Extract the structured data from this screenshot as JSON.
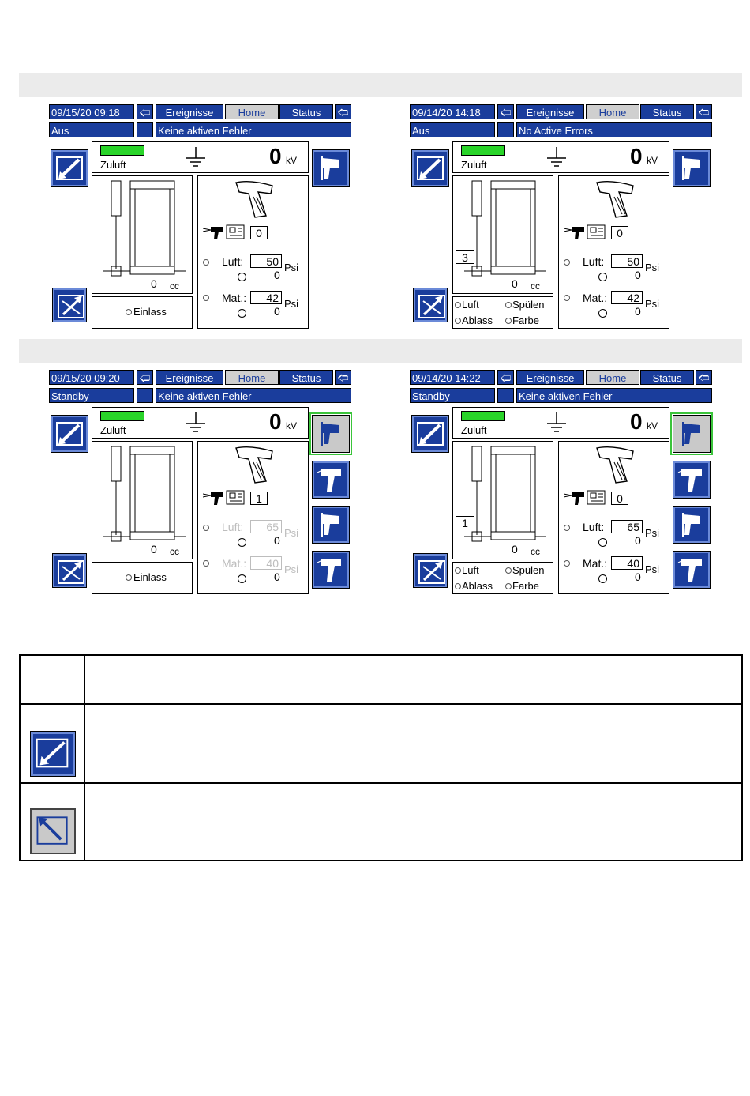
{
  "screens": [
    {
      "datetime": "09/15/20 09:18",
      "status": "Aus",
      "errors": "Keine aktiven Fehler",
      "tabs": [
        "Ereignisse",
        "Home",
        "Status"
      ],
      "supply": "Zuluft",
      "kv_value": "0",
      "kv_unit": "kV",
      "volume": "0",
      "volume_unit": "cc",
      "counter_box": "",
      "gun_count": "0",
      "air_label": "Luft:",
      "air_value": "50",
      "air_actual": "0",
      "mat_label": "Mat.:",
      "mat_value": "42",
      "mat_actual": "0",
      "pressure_unit": "Psi",
      "valves": [
        "Einlass"
      ],
      "variant": "A"
    },
    {
      "datetime": "09/14/20 14:18",
      "status": "Aus",
      "errors": "No Active Errors",
      "tabs": [
        "Ereignisse",
        "Home",
        "Status"
      ],
      "supply": "Zuluft",
      "kv_value": "0",
      "kv_unit": "kV",
      "volume": "0",
      "volume_unit": "cc",
      "counter_box": "3",
      "gun_count": "0",
      "air_label": "Luft:",
      "air_value": "50",
      "air_actual": "0",
      "mat_label": "Mat.:",
      "mat_value": "42",
      "mat_actual": "0",
      "pressure_unit": "Psi",
      "valves": [
        "Luft",
        "Spülen",
        "Ablass",
        "Farbe"
      ],
      "variant": "A"
    },
    {
      "datetime": "09/15/20 09:20",
      "status": "Standby",
      "errors": "Keine aktiven Fehler",
      "tabs": [
        "Ereignisse",
        "Home",
        "Status"
      ],
      "supply": "Zuluft",
      "kv_value": "0",
      "kv_unit": "kV",
      "volume": "0",
      "volume_unit": "cc",
      "counter_box": "",
      "gun_count": "1",
      "air_label": "Luft:",
      "air_value": "65",
      "air_actual": "0",
      "mat_label": "Mat.:",
      "mat_value": "40",
      "mat_actual": "0",
      "pressure_unit": "Psi",
      "valves": [
        "Einlass"
      ],
      "variant": "B",
      "dimmed": true
    },
    {
      "datetime": "09/14/20 14:22",
      "status": "Standby",
      "errors": "Keine aktiven Fehler",
      "tabs": [
        "Ereignisse",
        "Home",
        "Status"
      ],
      "supply": "Zuluft",
      "kv_value": "0",
      "kv_unit": "kV",
      "volume": "0",
      "volume_unit": "cc",
      "counter_box": "1",
      "gun_count": "0",
      "air_label": "Luft:",
      "air_value": "65",
      "air_actual": "0",
      "mat_label": "Mat.:",
      "mat_value": "40",
      "mat_actual": "0",
      "pressure_unit": "Psi",
      "valves": [
        "Luft",
        "Spülen",
        "Ablass",
        "Farbe"
      ],
      "variant": "B"
    }
  ],
  "colors": {
    "screen_blue": "#1a3d9c",
    "indicator_green": "#29d429",
    "active_outline": "#3ac43a"
  },
  "legend": {
    "rows": [
      "",
      "",
      ""
    ]
  }
}
